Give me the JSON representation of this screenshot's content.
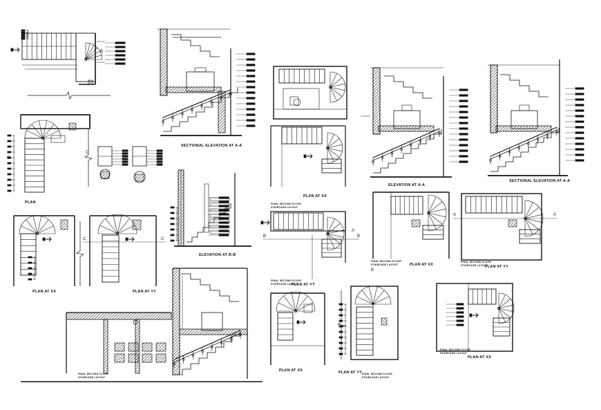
{
  "labels": {
    "plan": "PLAN",
    "plan_at_xx": "PLAN AT XX",
    "plan_at_yy": "PLAN AT YY",
    "sectional_elevation_aa": "SECTIONAL ELEVATION AT A-A",
    "elevation_bb": "ELEVATION AT B-B",
    "elevation_aa": "ELEVATION AT A-A",
    "final_second_floor": "FINAL SECOND FLOOR",
    "staircase_layout": "STAIRCASE LAYOUT"
  },
  "markers": {
    "a": "A",
    "b": "B",
    "c": "C"
  },
  "colors": {
    "line": "#111111",
    "hatch": "#222222",
    "paper": "#ffffff"
  }
}
